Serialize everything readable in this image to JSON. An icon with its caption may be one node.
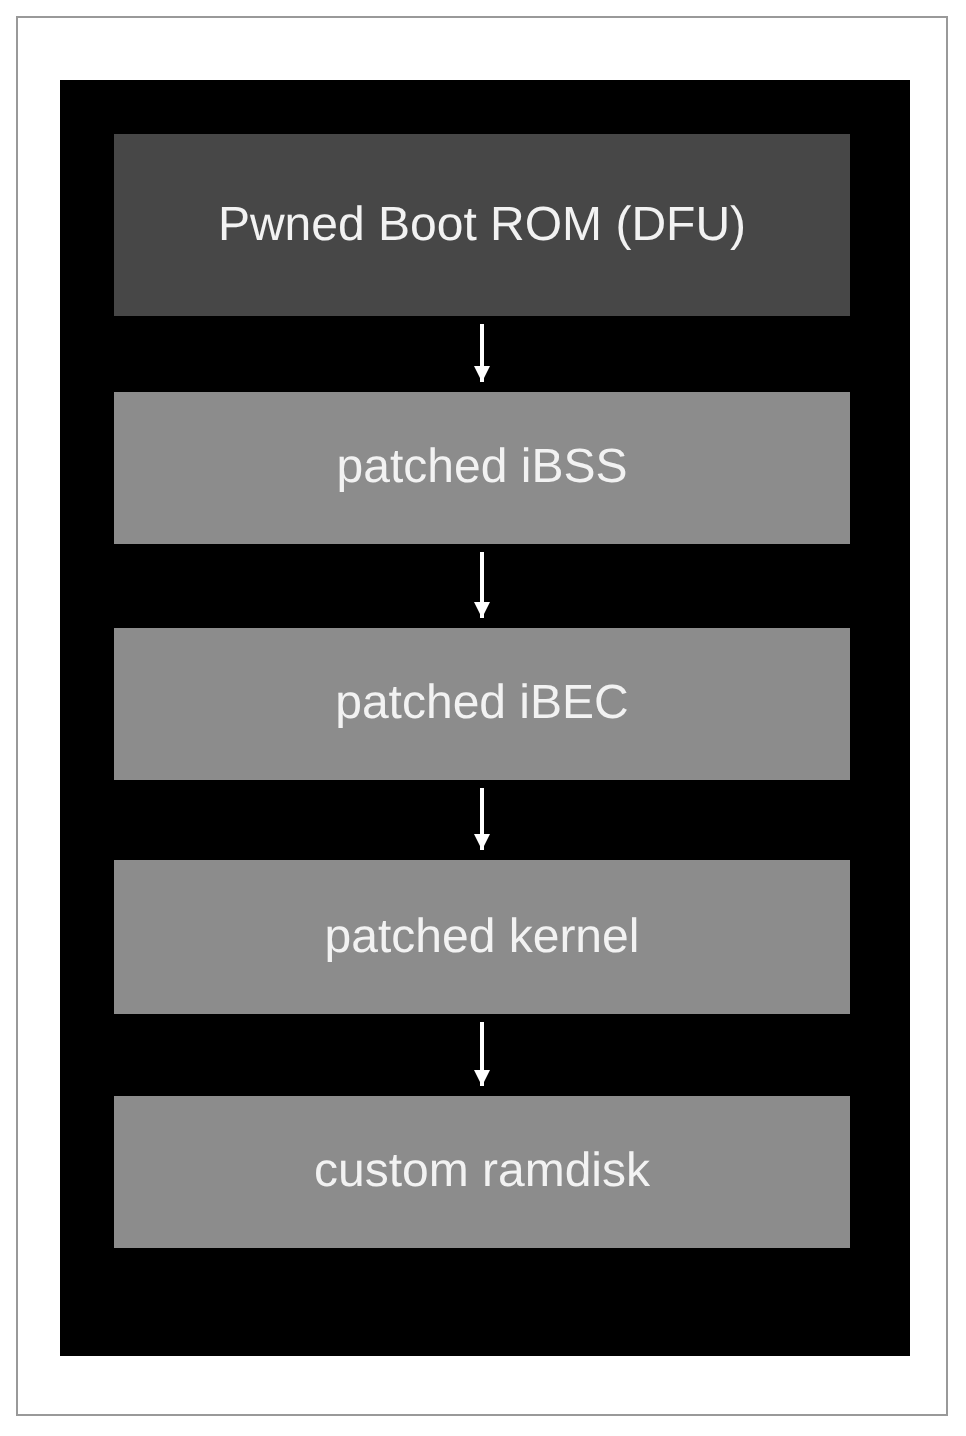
{
  "diagram": {
    "nodes": [
      {
        "text": [
          "Pwned Boot ROM (DFU)"
        ]
      },
      {
        "text": [
          "patched iBSS"
        ]
      },
      {
        "text": [
          "patched iBEC"
        ]
      },
      {
        "text": [
          "patched kernel"
        ]
      },
      {
        "text": [
          "custom ramdisk"
        ]
      }
    ],
    "edges": [
      {
        "from": 0,
        "to": 1,
        "arrow": "to"
      },
      {
        "from": 1,
        "to": 2,
        "arrow": "to"
      },
      {
        "from": 2,
        "to": 3,
        "arrow": "to"
      },
      {
        "from": 3,
        "to": 4,
        "arrow": "to"
      }
    ]
  }
}
